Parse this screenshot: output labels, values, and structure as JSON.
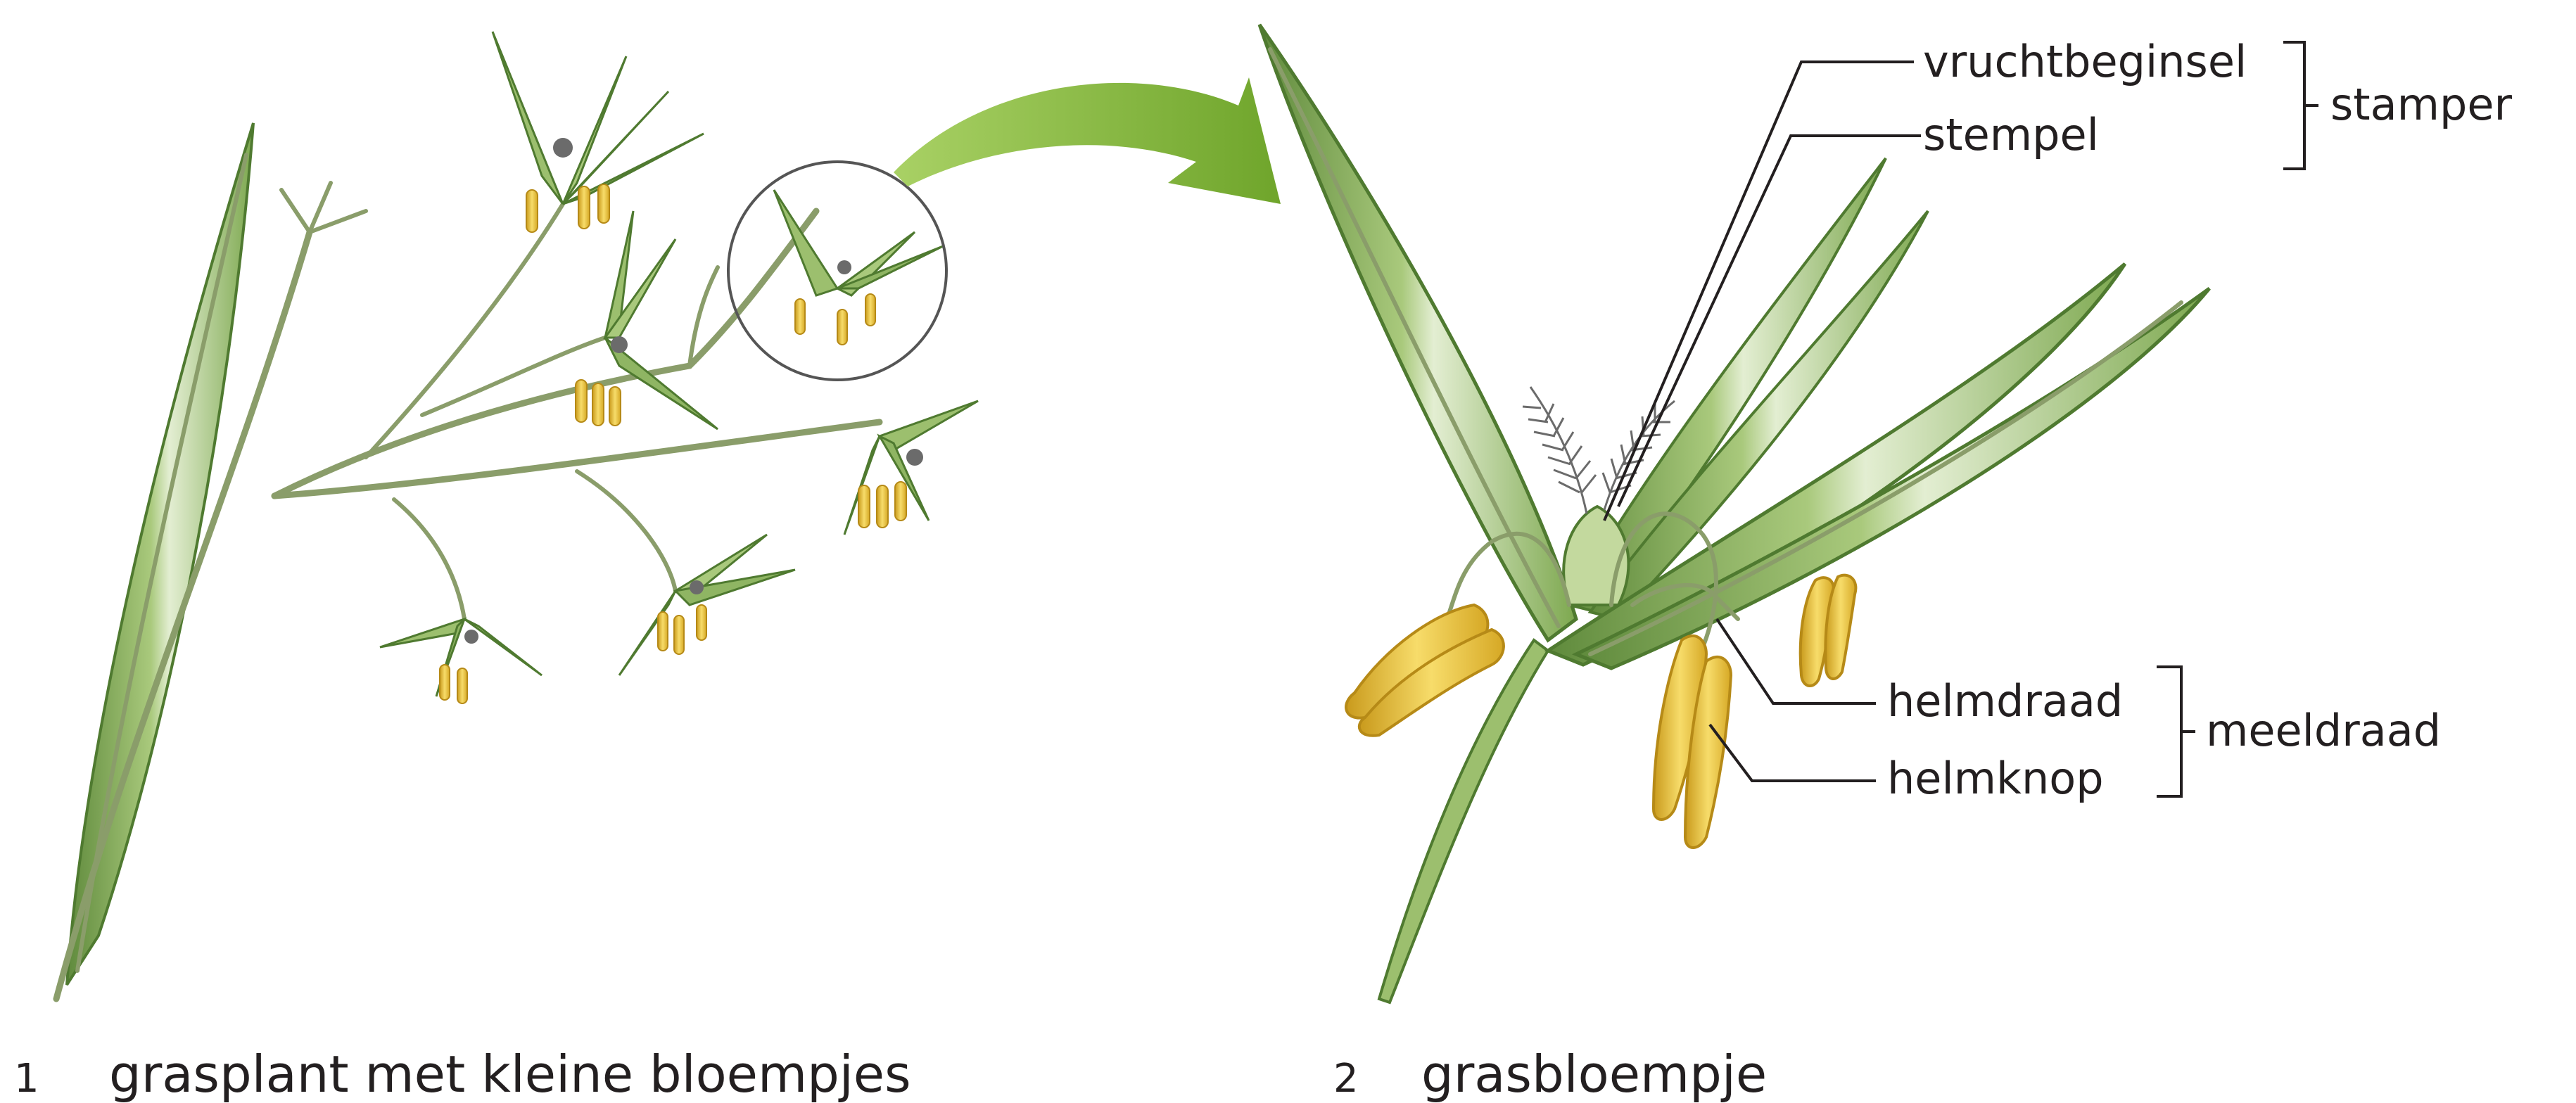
{
  "figure1": {
    "number": "1",
    "caption": "grasplant met kleine bloempjes"
  },
  "figure2": {
    "number": "2",
    "caption": "grasbloempje",
    "labels": {
      "vruchtbeginsel": "vruchtbeginsel",
      "stempel": "stempel",
      "stamper": "stamper",
      "helmdraad": "helmdraad",
      "helmknop": "helmknop",
      "meeldraad": "meeldraad"
    }
  },
  "colors": {
    "leaf": "#9cbf6e",
    "leaf_dark": "#5f8a3c",
    "leaf_light": "#e3eed2",
    "stem": "#8a9d6a",
    "anther": "#f3cf4a",
    "anther_dark": "#c99a1c",
    "arrow": "#7fb536",
    "feather": "#6b6b6b",
    "text": "#231f20"
  }
}
